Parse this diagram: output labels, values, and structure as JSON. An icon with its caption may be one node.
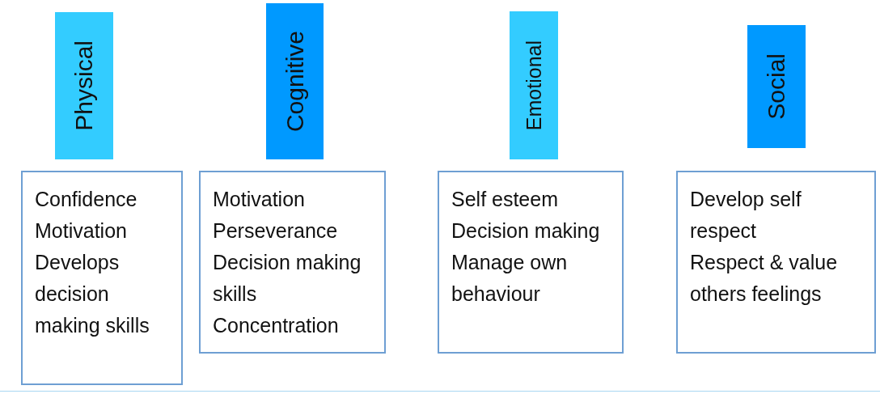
{
  "diagram": {
    "nodes": [
      {
        "text": [
          "Physical"
        ]
      },
      {
        "text": [
          "Cognitive"
        ]
      },
      {
        "text": [
          "Emotional"
        ]
      },
      {
        "text": [
          "Social"
        ]
      },
      {
        "text": [
          "Confidence",
          "Motivation",
          "Develops decision making skills"
        ]
      },
      {
        "text": [
          "Motivation",
          "Perseverance",
          "Decision making skills",
          "Concentration"
        ]
      },
      {
        "text": [
          "Self esteem",
          "Decision making",
          "Manage own behaviour"
        ]
      },
      {
        "text": [
          "Develop self respect",
          "Respect & value others feelings"
        ]
      }
    ]
  }
}
